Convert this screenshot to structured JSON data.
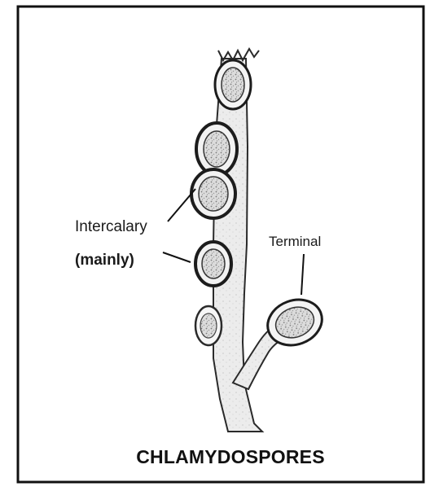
{
  "diagram": {
    "labels": {
      "intercalary": "Intercalary",
      "mainly": "(mainly)",
      "terminal": "Terminal"
    },
    "caption": "CHLAMYDOSPORES",
    "colors": {
      "border": "#111111",
      "hypha_fill": "#e7e7e7",
      "spore_wall": "#1c1c1c",
      "spore_fill": "#cfcfcf"
    }
  }
}
